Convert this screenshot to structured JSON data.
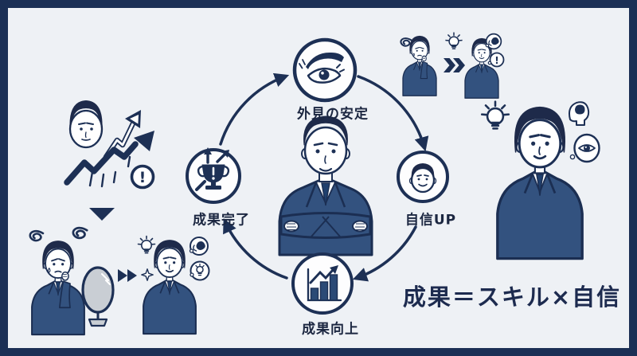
{
  "frame": {
    "border_color": "#1b2f55",
    "background": "#eef1f5"
  },
  "cycle": {
    "direction": "clockwise",
    "nodes": [
      {
        "label": "外見の安定",
        "icon": "eye-icon"
      },
      {
        "label": "自信UP",
        "icon": "smiling-face-icon"
      },
      {
        "label": "成果向上",
        "icon": "growth-bar-chart-icon"
      },
      {
        "label": "成果完了",
        "icon": "trophy-icon"
      }
    ]
  },
  "formula": "成果＝スキル×自信",
  "marks": {
    "exclamation": "!"
  },
  "colors": {
    "line_navy": "#1d3055",
    "suit_navy": "#33527f",
    "hair_navy": "#1e2a4a",
    "background": "#eef1f5",
    "mirror_glass": "#c9ced4",
    "text_navy": "#1c2741"
  },
  "scenes": {
    "top_left": {
      "icons": [
        "neutral-face-icon",
        "outlined-zigzag-arrow-icon",
        "filled-zigzag-arrow-icon",
        "exclamation-badge-icon",
        "down-triangle-icon"
      ]
    },
    "bottom_left": {
      "icons": [
        "stress-squiggle-icon",
        "worried-businessman",
        "standing-mirror",
        "forward-chevrons-icon",
        "lightbulb-icon",
        "sparkle-icon",
        "confident-businessman",
        "brain-bubble-icon",
        "idea-bubble-icon"
      ]
    },
    "top_right": {
      "icons": [
        "stress-squiggle-icon",
        "worried-businessman",
        "forward-chevrons-icon",
        "lightbulb-icon",
        "confident-businessman",
        "brain-bubble-icon",
        "exclamation-bubble-icon"
      ]
    },
    "right": {
      "icons": [
        "confident-businessman",
        "lightbulb-icon",
        "head-brain-icon",
        "eye-bubble-icon"
      ]
    },
    "center": {
      "icons": [
        "confident-businessman-crossed-arms"
      ]
    }
  }
}
